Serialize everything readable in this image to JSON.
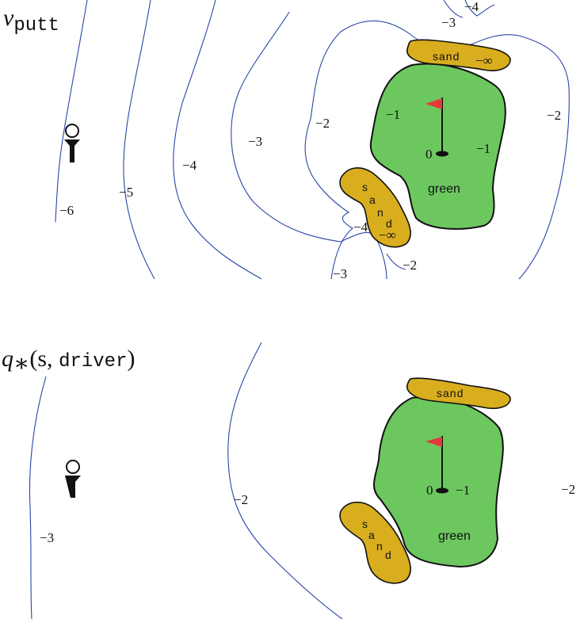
{
  "panels": [
    {
      "title": {
        "main": "v",
        "sub": "putt"
      },
      "labels": {
        "c1": "−6",
        "c2": "−5",
        "c3": "−4",
        "c4": "−3",
        "c5": "−2",
        "c6": "−1",
        "c7": "−1",
        "c8": "−2",
        "c9": "−3",
        "c10": "−4",
        "c11": "−4",
        "c12": "−3",
        "c13": "−2",
        "hole": "0"
      },
      "green_label": "green",
      "sand_top": {
        "word": "sand",
        "value": "−∞"
      },
      "sand_bottom": {
        "letters": [
          "s",
          "a",
          "n",
          "d"
        ],
        "value": "−∞"
      }
    },
    {
      "title": {
        "q": "q",
        "star": "∗",
        "open": "(s, ",
        "mono": "driver",
        "close": ")"
      },
      "labels": {
        "c1": "−3",
        "c2": "−2",
        "c3": "−2",
        "c4": "−1",
        "hole": "0"
      },
      "green_label": "green",
      "sand_top": {
        "word": "sand"
      },
      "sand_bottom": {
        "letters": [
          "s",
          "a",
          "n",
          "d"
        ]
      }
    }
  ],
  "colors": {
    "contour": "#2a46a8",
    "green": "#6cc75f",
    "sand": "#d8ae1f",
    "flag": "#e23a3a"
  },
  "icons": [
    "tee-icon",
    "flag-icon",
    "hole-icon"
  ]
}
